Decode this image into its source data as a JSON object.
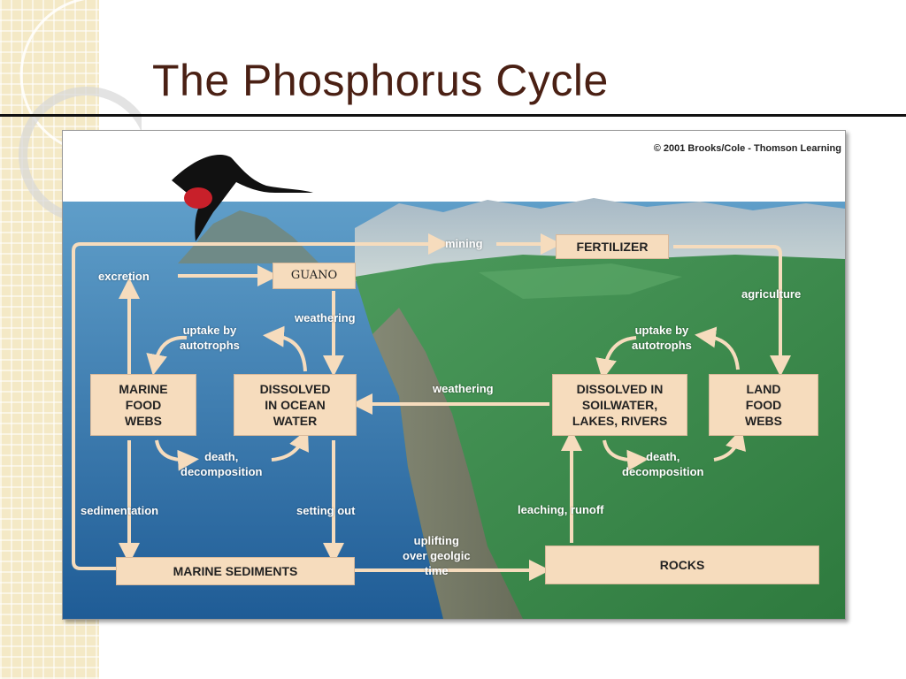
{
  "slide": {
    "title": "The Phosphorus Cycle"
  },
  "figure": {
    "copyright": "© 2001 Brooks/Cole - Thomson Learning"
  },
  "boxes": {
    "fertilizer": "FERTILIZER",
    "guano": "GUANO",
    "marine_food_webs": "MARINE\nFOOD\nWEBS",
    "dissolved_ocean": "DISSOLVED\nIN OCEAN\nWATER",
    "dissolved_soil": "DISSOLVED IN\nSOILWATER,\nLAKES, RIVERS",
    "land_food_webs": "LAND\nFOOD\nWEBS",
    "marine_sediments": "MARINE SEDIMENTS",
    "rocks": "ROCKS"
  },
  "labels": {
    "mining": "mining",
    "excretion": "excretion",
    "agriculture": "agriculture",
    "weathering_top": "weathering",
    "uptake_marine": "uptake by\nautotrophs",
    "uptake_land": "uptake by\nautotrophs",
    "weathering_mid": "weathering",
    "death_marine": "death,\ndecomposition",
    "death_land": "death,\ndecomposition",
    "sedimentation": "sedimentation",
    "setting_out": "setting out",
    "leaching": "leaching, runoff",
    "uplifting": "uplifting\nover geolgic\ntime"
  }
}
